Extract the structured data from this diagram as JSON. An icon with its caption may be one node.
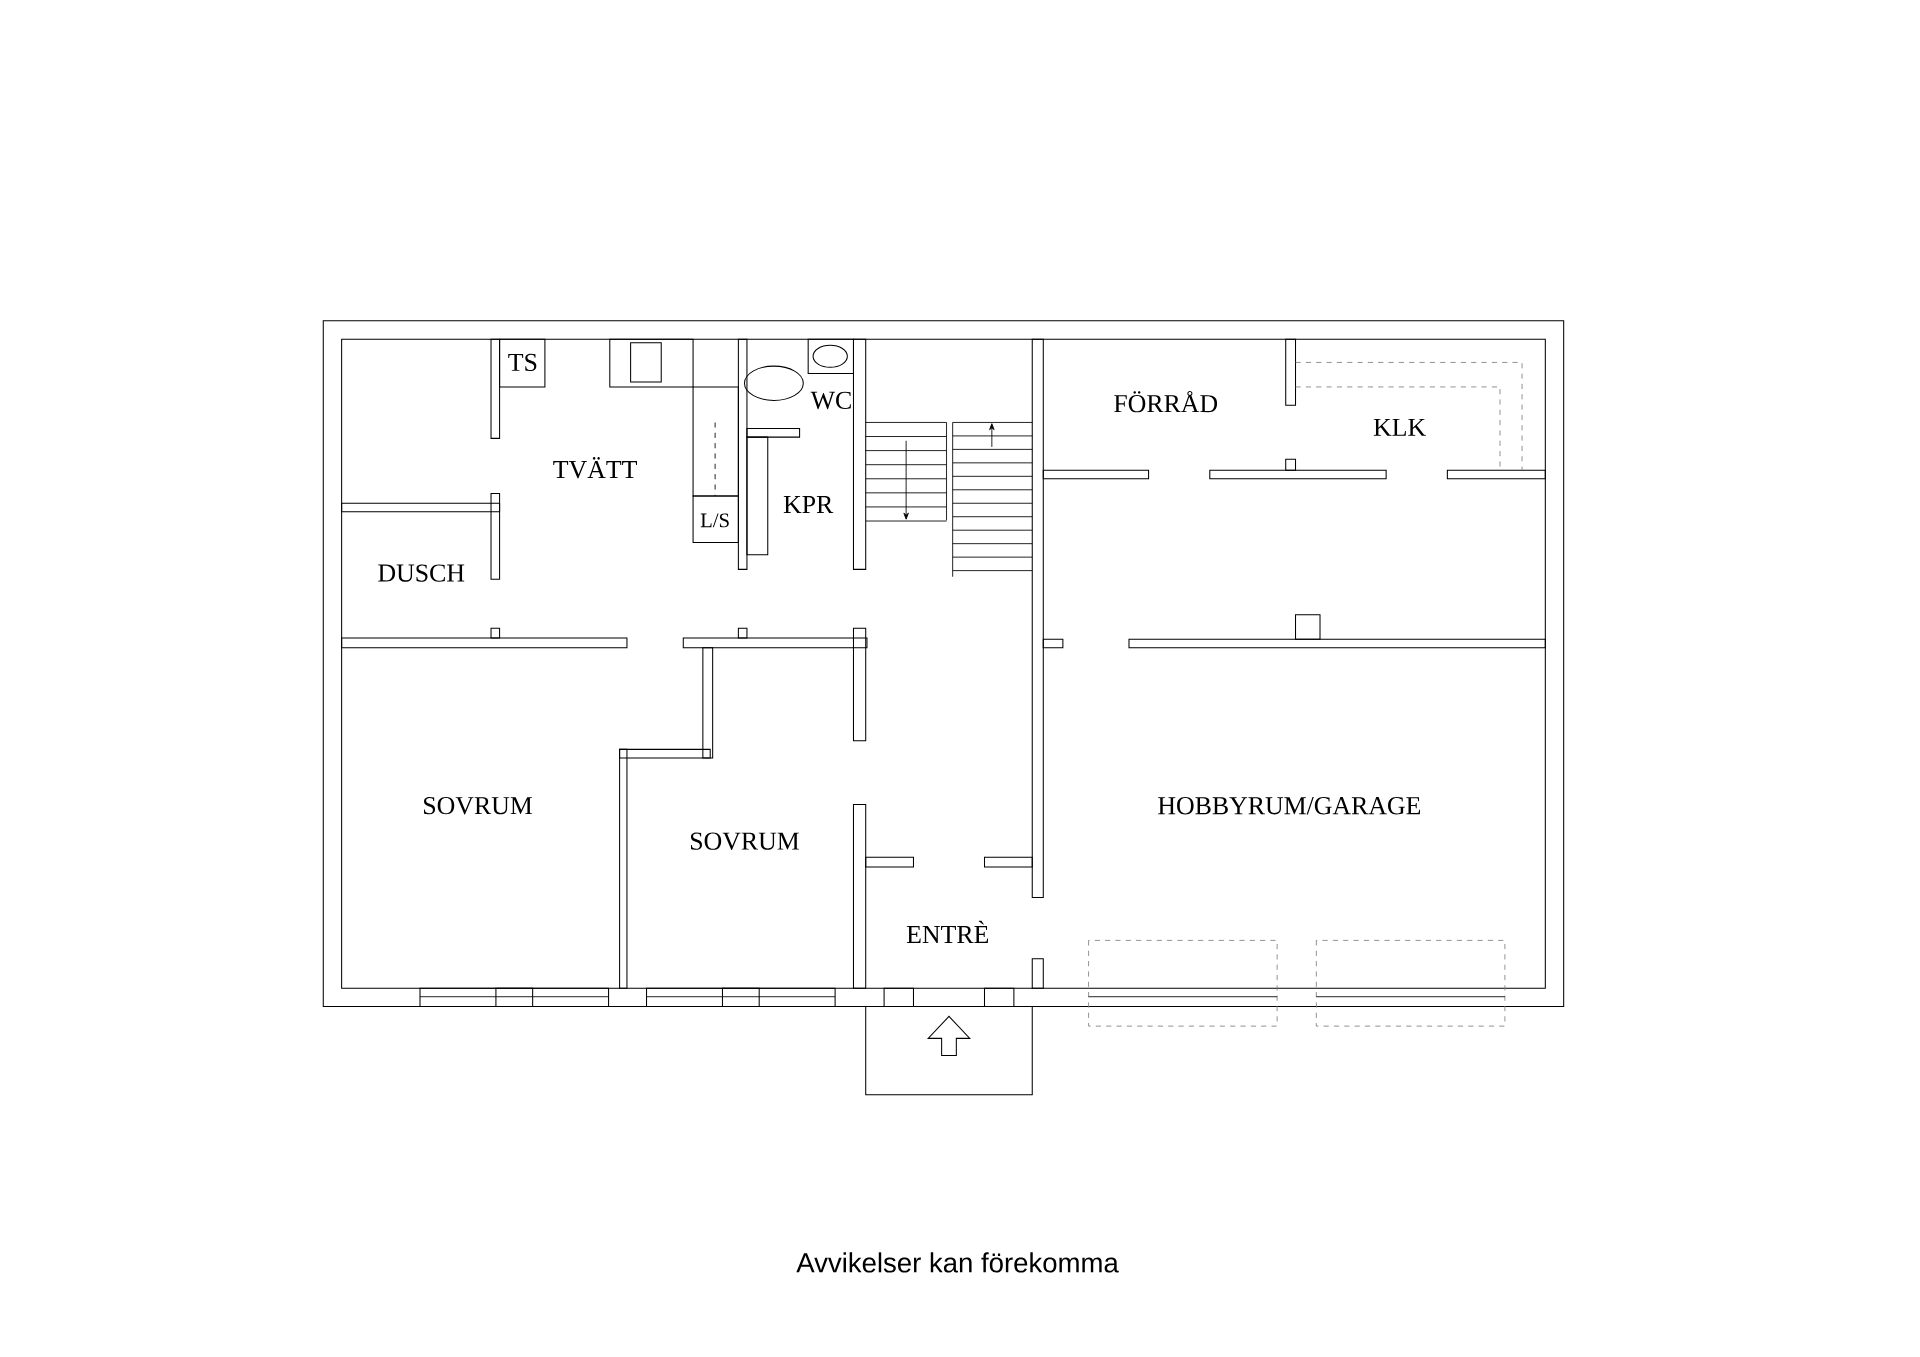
{
  "diagram": {
    "caption": "Avvikelser kan förekomma",
    "labels": [
      "TS",
      "WC",
      "FÖRRÅD",
      "KLK",
      "TVÄTT",
      "KPR",
      "L/S",
      "DUSCH",
      "SOVRUM",
      "HOBBYRUM/GARAGE",
      "SOVRUM",
      "ENTRÈ"
    ]
  }
}
